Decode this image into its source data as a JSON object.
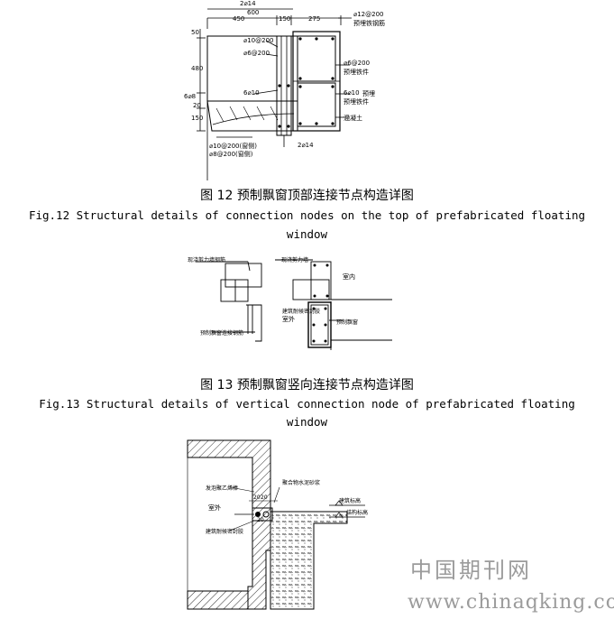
{
  "fig12": {
    "dims": {
      "top_rebar": "2⌀14",
      "w600": "600",
      "w450": "450",
      "w150": "150",
      "w275": "275",
      "h50": "50",
      "h480": "480",
      "h150": "150",
      "h20": "20",
      "left_bar": "6⌀8"
    },
    "labels": {
      "r1": "⌀12@200",
      "r1b": "预埋铁钢筋",
      "l1": "⌀10@200",
      "l2": "⌀6@200",
      "r2": "⌀6@200",
      "r2b": "预埋铁件",
      "mid": "6⌀10",
      "r3": "6⌀10",
      "r3a": "预埋",
      "r3b": "预埋铁件",
      "r4": "混凝土",
      "bot_rebar": "2⌀14",
      "b1": "⌀10@200(窗侧)",
      "b2": "⌀8@200(窗侧)"
    },
    "caption_cn": "图 12 预制飘窗顶部连接节点构造详图",
    "caption_en_1": "Fig.12 Structural details of connection nodes on the top of prefabricated floating",
    "caption_en_2": "window"
  },
  "fig13": {
    "labels": {
      "a1": "现浇剪力墙钢筋",
      "a2": "预制飘窗连接钢筋",
      "b1": "现浇剪力墙",
      "b2": "室内",
      "b3": "建筑耐候密封胶",
      "b4": "预制飘窗",
      "b5": "室外"
    },
    "caption_cn": "图 13 预制飘窗竖向连接节点构造详图",
    "caption_en_1": "Fig.13 Structural details of vertical connection node of prefabricated floating",
    "caption_en_2": "window"
  },
  "fig14": {
    "labels": {
      "l1": "发泡聚乙烯棒",
      "l2": "室外",
      "l3": "建筑耐候密封胶",
      "r1": "聚合物水泥砂浆",
      "r2": "建筑标高",
      "r3": "结构标高",
      "d1": "20",
      "d2": "20",
      "d3": "20"
    }
  },
  "watermark": {
    "cn": "中国期刊网",
    "url": "www.chinaqking.com"
  }
}
